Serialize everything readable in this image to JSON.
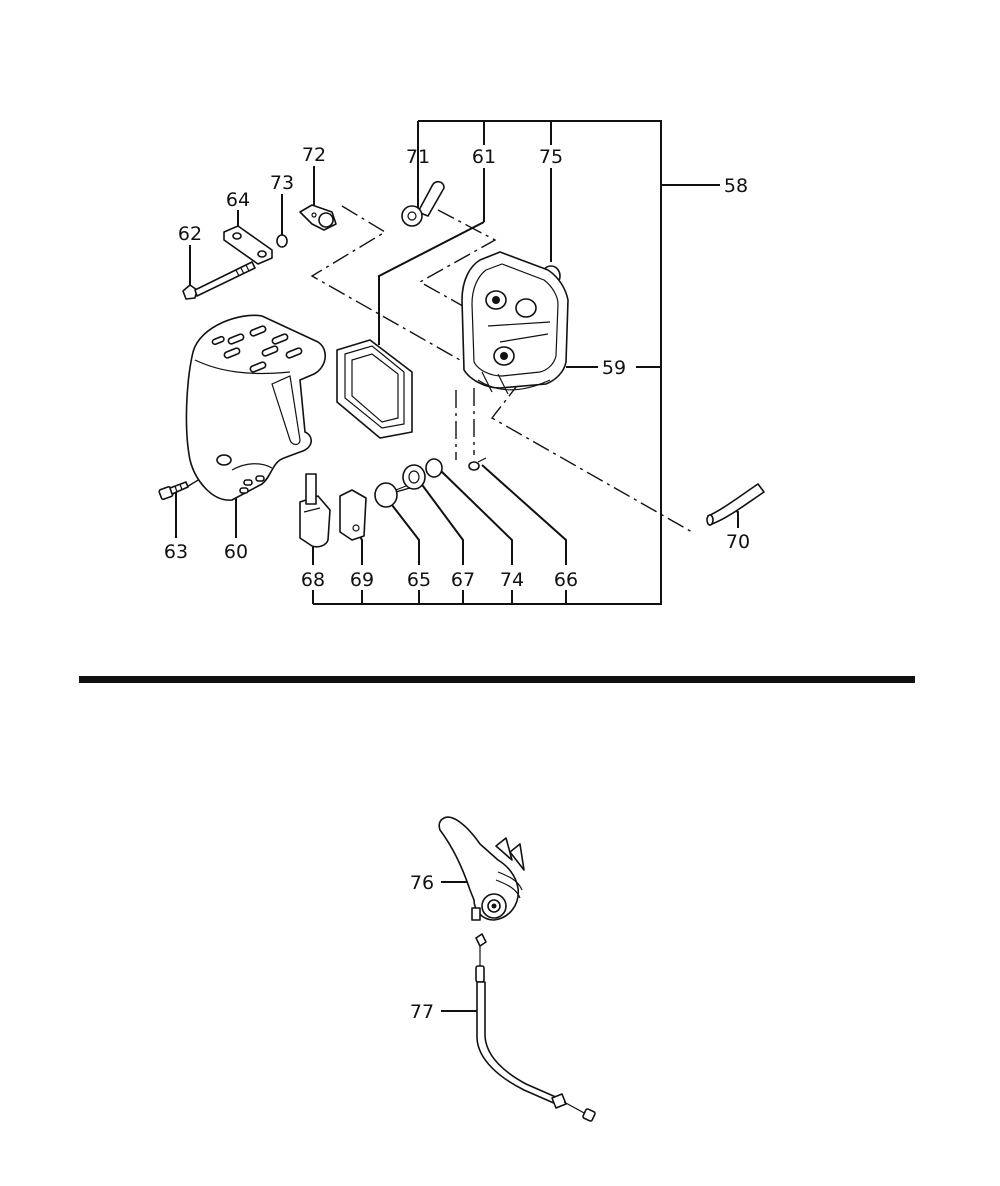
{
  "diagram": {
    "labels": {
      "p58": "58",
      "p59": "59",
      "p60": "60",
      "p61": "61",
      "p62": "62",
      "p63": "63",
      "p64": "64",
      "p65": "65",
      "p66": "66",
      "p67": "67",
      "p68": "68",
      "p69": "69",
      "p70": "70",
      "p71": "71",
      "p72": "72",
      "p73": "73",
      "p74": "74",
      "p75": "75",
      "p76": "76",
      "p77": "77"
    },
    "line_color": "#111111",
    "background": "#ffffff"
  }
}
